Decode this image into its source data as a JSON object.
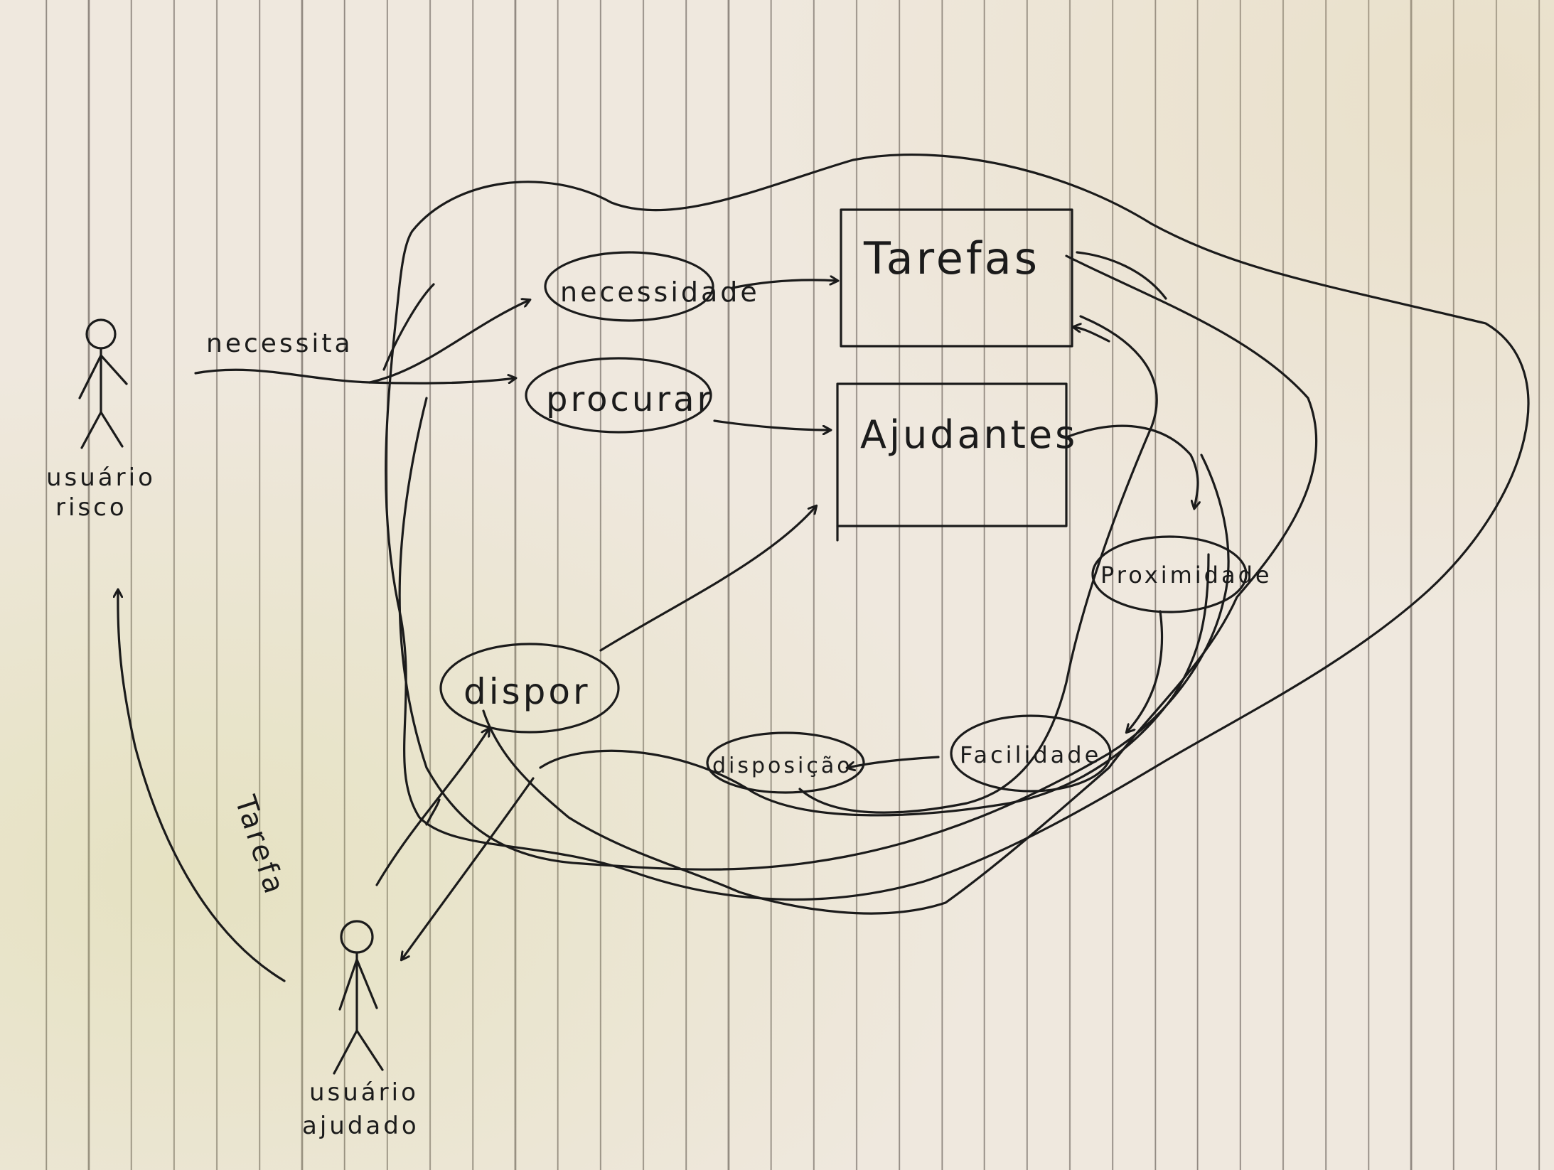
{
  "actors": {
    "risk_user": {
      "line1": "usuário",
      "line2": "risco"
    },
    "helper_user": {
      "line1": "usuário",
      "line2": "ajudado"
    }
  },
  "entities": {
    "tasks": "Tarefas",
    "helpers": "Ajudantes"
  },
  "use_cases": {
    "necessidade": "necessidade",
    "procurar": "procurar",
    "dispor": "dispor",
    "proximidade": "Proximidade",
    "facilidade": "Facilidade",
    "disposicao": "disposição"
  },
  "edge_labels": {
    "necessita": "necessita",
    "tarefa": "Tarefa"
  },
  "ink_color": "#1b1b1b"
}
